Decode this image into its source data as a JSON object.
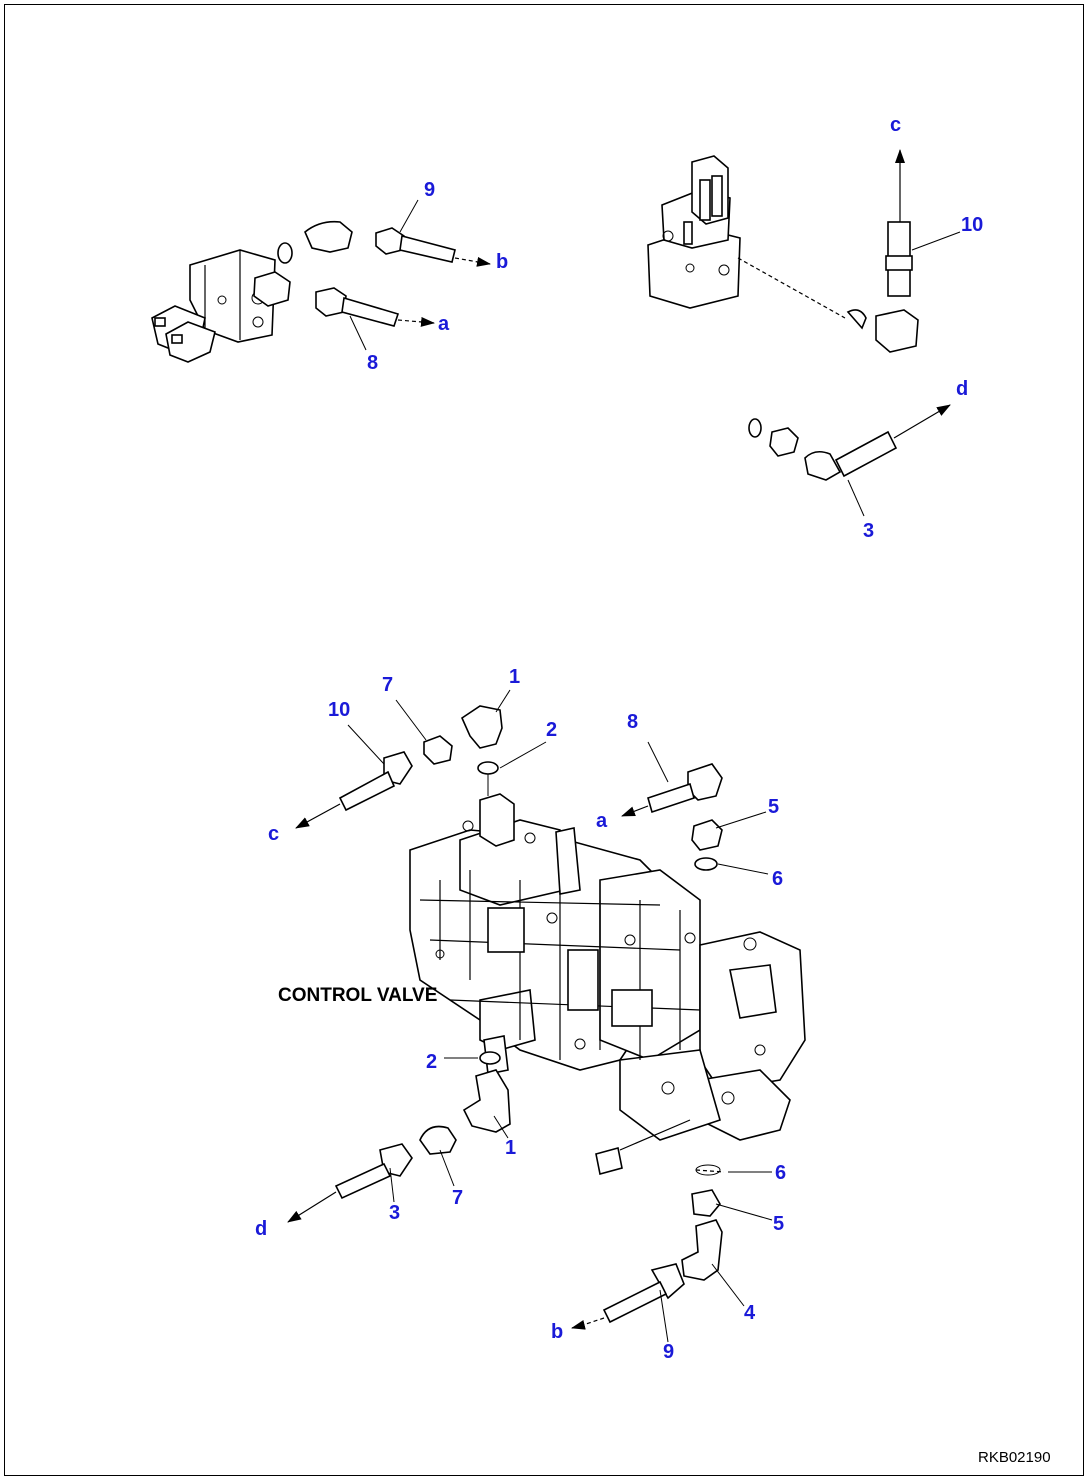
{
  "figure": {
    "title": "CONTROL VALVE",
    "code": "RKB02190",
    "label_color": "#1a1ad8",
    "callouts": [
      {
        "id": "c-9-top",
        "text": "9"
      },
      {
        "id": "c-b-top",
        "text": "b"
      },
      {
        "id": "c-a-top",
        "text": "a"
      },
      {
        "id": "c-8-top",
        "text": "8"
      },
      {
        "id": "c-c-top",
        "text": "c"
      },
      {
        "id": "c-10-top",
        "text": "10"
      },
      {
        "id": "c-d-top",
        "text": "d"
      },
      {
        "id": "c-3-top",
        "text": "3"
      },
      {
        "id": "c-1-up",
        "text": "1"
      },
      {
        "id": "c-7-up",
        "text": "7"
      },
      {
        "id": "c-10-main",
        "text": "10"
      },
      {
        "id": "c-2-up",
        "text": "2"
      },
      {
        "id": "c-8-main",
        "text": "8"
      },
      {
        "id": "c-c-main",
        "text": "c"
      },
      {
        "id": "c-a-main",
        "text": "a"
      },
      {
        "id": "c-5-up",
        "text": "5"
      },
      {
        "id": "c-6-up",
        "text": "6"
      },
      {
        "id": "c-2-low",
        "text": "2"
      },
      {
        "id": "c-1-low",
        "text": "1"
      },
      {
        "id": "c-6-low",
        "text": "6"
      },
      {
        "id": "c-3-main",
        "text": "3"
      },
      {
        "id": "c-7-low",
        "text": "7"
      },
      {
        "id": "c-d-main",
        "text": "d"
      },
      {
        "id": "c-5-low",
        "text": "5"
      },
      {
        "id": "c-4",
        "text": "4"
      },
      {
        "id": "c-b-main",
        "text": "b"
      },
      {
        "id": "c-9-main",
        "text": "9"
      }
    ]
  }
}
